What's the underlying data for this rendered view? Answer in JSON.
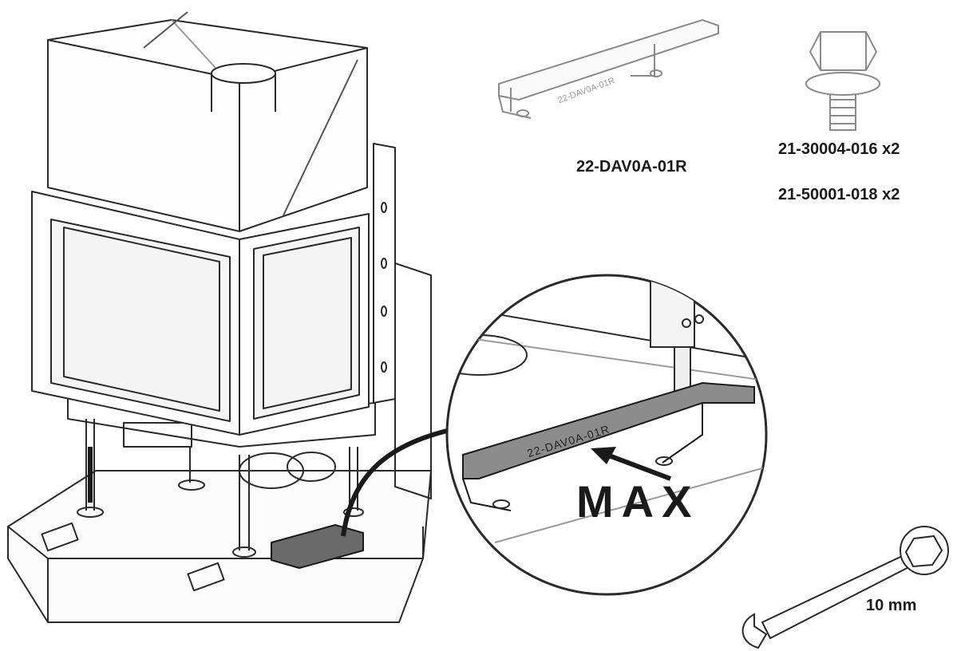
{
  "parts": {
    "bracket_code": "22-DAV0A-01R",
    "bracket_engraving": "22-DAV0A-01R",
    "bolt_code_1": "21-30004-016 x2",
    "bolt_code_2": "21-50001-018 x2"
  },
  "detail": {
    "max_label": "MAX",
    "bracket_engraving": "22-DAV0A-01R"
  },
  "tool": {
    "wrench_size": "10 mm"
  },
  "colors": {
    "line": "#2a2a2a",
    "light_line": "#9a9a9a",
    "bracket_fill": "#8c8c8c",
    "bracket_dark": "#5a5a5a",
    "glass": "#f4f4f4"
  }
}
